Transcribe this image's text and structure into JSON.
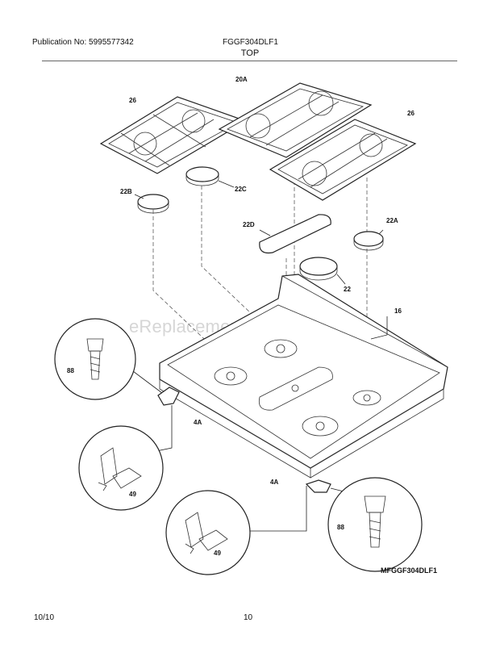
{
  "header": {
    "publication": "Publication No: 5995577342",
    "model": "FGGF304DLF1",
    "section": "TOP"
  },
  "footer": {
    "date": "10/10",
    "page": "10"
  },
  "diagram_id": "MFGGF304DLF1",
  "watermark": "eReplacementParts.com",
  "callouts": {
    "grate_left": "26",
    "grate_center": "20A",
    "grate_right": "26",
    "cap_22b": "22B",
    "cap_22c": "22C",
    "cap_22d": "22D",
    "cap_22a": "22A",
    "cap_22": "22",
    "cooktop": "16",
    "screw_left": "88",
    "clip_left": "4A",
    "bracket_left": "49",
    "clip_right": "4A",
    "bracket_right": "49",
    "screw_right": "88"
  }
}
